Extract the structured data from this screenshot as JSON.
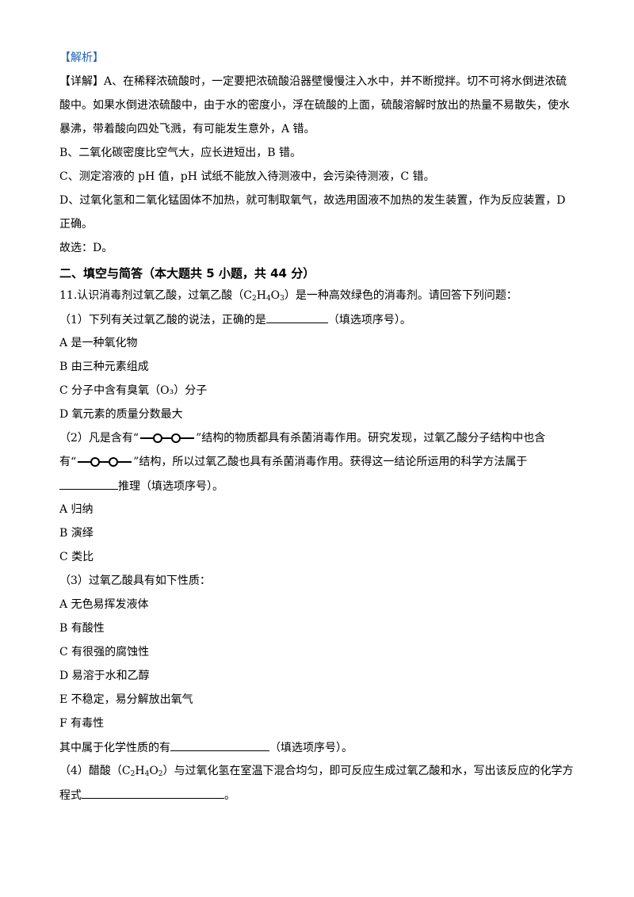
{
  "jiexi_label": "【解析】",
  "detail": {
    "line1": "【详解】A、在稀释浓硫酸时，一定要把浓硫酸沿器壁慢慢注入水中，并不断搅拌。切不可将水倒进浓硫",
    "line2": "酸中。如果水倒进浓硫酸中，由于水的密度小，浮在硫酸的上面，硫酸溶解时放出的热量不易散失，使水",
    "line3": "暴沸，带着酸向四处飞溅，有可能发生意外，A 错。"
  },
  "option_b": "B、二氧化碳密度比空气大，应长进短出，B 错。",
  "option_c": "C、测定溶液的 pH 值，pH 试纸不能放入待测液中，会污染待测液，C 错。",
  "option_d": {
    "line1": "D、过氧化氢和二氧化锰固体不加热，就可制取氧气，故选用固液不加热的发生装置，作为反应装置，D",
    "line2": "正确。"
  },
  "answer": "故选：D。",
  "section_title": "二、填空与简答（本大题共 5 小题，共 44 分）",
  "q11": {
    "intro_a": "11.认识消毒剂过氧乙酸，过氧乙酸（C",
    "intro_sub1": "2",
    "intro_h": "H",
    "intro_sub2": "4",
    "intro_o": "O",
    "intro_sub3": "3",
    "intro_b": "）是一种高效绿色的消毒剂。请回答下列问题：",
    "p1": {
      "stem_a": "（1）下列有关过氧乙酸的说法，正确的是",
      "stem_b": "（填选项序号）。",
      "options": [
        "A 是一种氧化物",
        "B 由三种元素组成",
        "C 分子中含有臭氧（O₃）分子",
        "D 氧元素的质量分数最大"
      ]
    },
    "p2": {
      "line1_a": "（2）凡是含有“",
      "line1_b": "”结构的物质都具有杀菌消毒作用。研究发现，过氧乙酸分子结构中也含",
      "line2_a": "有“",
      "line2_b": "”结构，所以过氧乙酸也具有杀菌消毒作用。获得这一结论所运用的科学方法属于",
      "line3_b": "推理（填选项序号）。",
      "options": [
        "A 归纳",
        "B 演绎",
        "C 类比"
      ]
    },
    "p3": {
      "stem": "（3）过氧乙酸具有如下性质：",
      "options": [
        "A 无色易挥发液体",
        "B 有酸性",
        "C 有很强的腐蚀性",
        "D 易溶于水和乙醇",
        "E 不稳定，易分解放出氧气",
        "F 有毒性"
      ],
      "question_a": "其中属于化学性质的有",
      "question_b": "（填选项序号）。"
    },
    "p4": {
      "line1_a": "（4）醋酸（C",
      "sub1": "2",
      "h": "H",
      "sub2": "4",
      "o": "O",
      "sub3": "2",
      "line1_b": "）与过氧化氢在室温下混合均匀，即可反应生成过氧乙酸和水，写出该反应的化学方",
      "line2_a": "程式",
      "line2_b": "。"
    }
  }
}
